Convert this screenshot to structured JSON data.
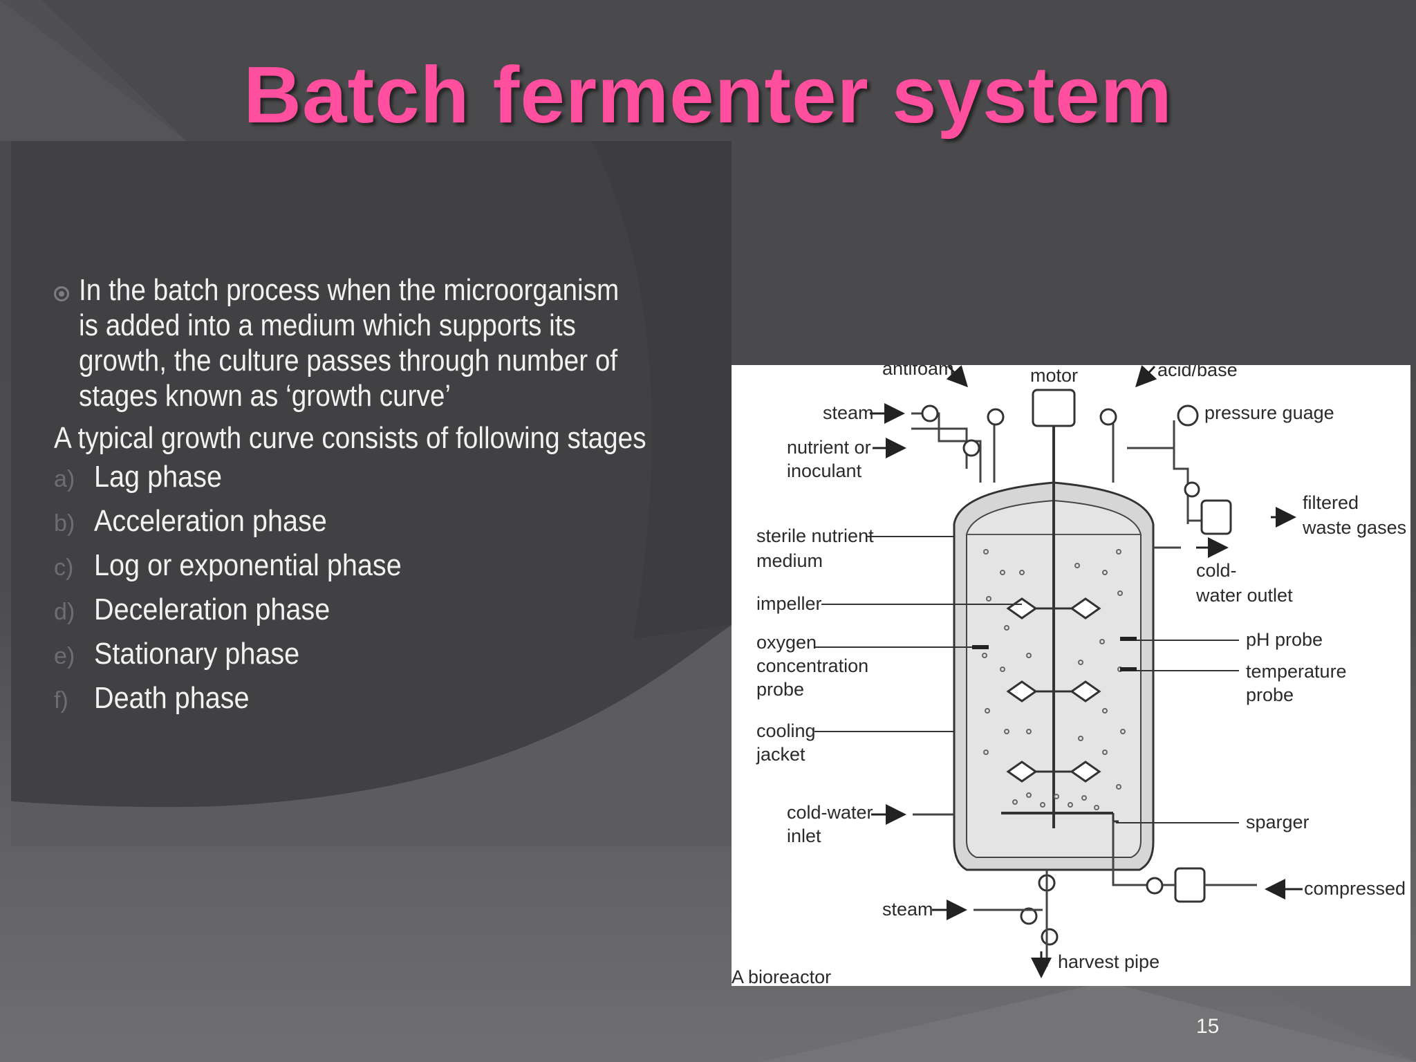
{
  "slide": {
    "title": "Batch fermenter system",
    "page_number": "15",
    "colors": {
      "title": "#ff4f9e",
      "background": "#4a4a4c",
      "panel": "#5a5a5c",
      "text": "#f2f2f2"
    }
  },
  "content": {
    "bullet": "In the batch process when the microorganism is added into a medium which supports its growth, the culture passes through number of stages known as ‘growth curve’",
    "intro": "A typical growth curve consists of following stages",
    "stages": [
      {
        "marker": "a)",
        "label": "Lag phase"
      },
      {
        "marker": "b)",
        "label": "Acceleration phase"
      },
      {
        "marker": "c)",
        "label": "Log or exponential phase"
      },
      {
        "marker": "d)",
        "label": "Deceleration phase"
      },
      {
        "marker": "e)",
        "label": "Stationary phase"
      },
      {
        "marker": "f)",
        "label": "Death phase"
      }
    ]
  },
  "diagram": {
    "caption": "A bioreactor",
    "labels": {
      "antifoam": "antifoam",
      "motor": "motor",
      "acid_base": "acid/base",
      "steam_top": "steam",
      "pressure_gauge": "pressure guage",
      "nutrient_1": "nutrient or",
      "nutrient_2": "inoculant",
      "filtered_1": "filtered",
      "filtered_2": "waste gases",
      "sterile_1": "sterile nutrient",
      "sterile_2": "medium",
      "cold_outlet_1": "cold-",
      "cold_outlet_2": "water outlet",
      "impeller": "impeller",
      "oxygen_1": "oxygen",
      "oxygen_2": "concentration",
      "oxygen_3": "probe",
      "ph_probe": "pH probe",
      "temp_1": "temperature",
      "temp_2": "probe",
      "cooling_1": "cooling",
      "cooling_2": "jacket",
      "cold_inlet_1": "cold-water",
      "cold_inlet_2": "inlet",
      "sparger": "sparger",
      "steam_bottom": "steam",
      "compressed_air": "compressed air",
      "harvest_pipe": "harvest pipe"
    }
  }
}
